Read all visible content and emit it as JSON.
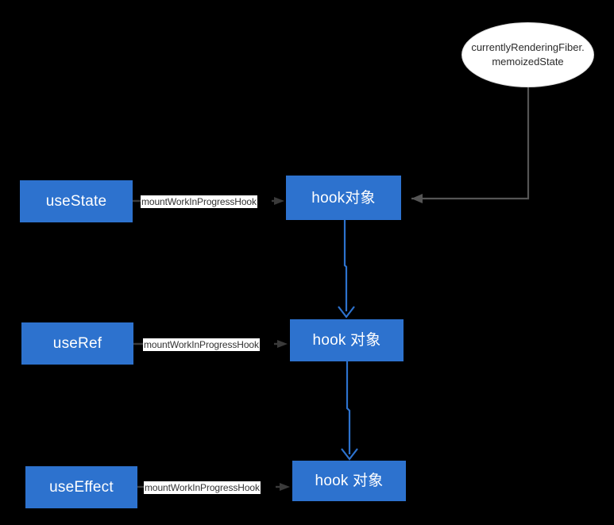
{
  "diagram": {
    "title": "React hooks mountWorkInProgressHook linked list",
    "background_color": "#000000",
    "node_color": "#2d72ce",
    "node_text_color": "#ffffff",
    "ellipse_fill": "#ffffff",
    "ellipse_text_color": "#2b2b2b",
    "gray_edge_color": "#555555",
    "blue_edge_color": "#2d72ce",
    "label_bg": "#ffffff",
    "label_text_color": "#333333"
  },
  "nodes": {
    "hook_source": {
      "label_line_1": "currentlyRenderingFiber.",
      "label_line_2": "memoizedState",
      "shape": "ellipse"
    },
    "hooks": [
      {
        "id": "usestate",
        "label": "useState"
      },
      {
        "id": "useref",
        "label": "useRef"
      },
      {
        "id": "useeffect",
        "label": "useEffect"
      }
    ],
    "hook_objects": [
      {
        "id": "hook-1",
        "label": "hook对象"
      },
      {
        "id": "hook-2",
        "label": "hook 对象"
      },
      {
        "id": "hook-3",
        "label": "hook 对象"
      }
    ]
  },
  "edges": {
    "call_labels": [
      {
        "from": "usestate",
        "to": "hook-1",
        "label": "mountWorkInProgressHook"
      },
      {
        "from": "useref",
        "to": "hook-2",
        "label": "mountWorkInProgressHook"
      },
      {
        "from": "useeffect",
        "to": "hook-3",
        "label": "mountWorkInProgressHook"
      }
    ],
    "chain": [
      {
        "from": "hook-1",
        "to": "hook-2",
        "label": ""
      },
      {
        "from": "hook-2",
        "to": "hook-3",
        "label": ""
      }
    ],
    "source_edge": {
      "from": "hook_source",
      "to": "hook-1",
      "label": ""
    }
  }
}
